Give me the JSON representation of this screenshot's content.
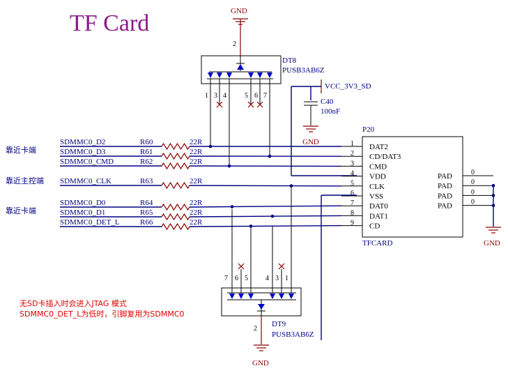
{
  "title": "TF Card",
  "gnd_label": "GND",
  "vcc_label": "VCC_3V3_SD",
  "dt8": {
    "ref": "DT8",
    "part": "PUSB3AB6Z",
    "top_pin": "2",
    "bottom_pins": [
      "1",
      "3",
      "4",
      "5",
      "6",
      "7"
    ]
  },
  "dt9": {
    "ref": "DT9",
    "part": "PUSB3AB6Z",
    "bottom_pin": "2",
    "top_pins": [
      "7",
      "6",
      "5",
      "4",
      "3",
      "1"
    ]
  },
  "cap": {
    "ref": "C40",
    "value": "100nF"
  },
  "connector": {
    "ref": "P20",
    "name": "TFCARD",
    "left_pins": [
      {
        "num": "1",
        "name": "DAT2"
      },
      {
        "num": "2",
        "name": "CD/DAT3"
      },
      {
        "num": "3",
        "name": "CMD"
      },
      {
        "num": "4",
        "name": "VDD"
      },
      {
        "num": "5",
        "name": "CLK"
      },
      {
        "num": "6",
        "name": "VSS"
      },
      {
        "num": "7",
        "name": "DAT0"
      },
      {
        "num": "8",
        "name": "DAT1"
      },
      {
        "num": "9",
        "name": "CD"
      }
    ],
    "right_pins": [
      {
        "num": "0",
        "name": "PAD"
      },
      {
        "num": "0",
        "name": "PAD"
      },
      {
        "num": "0",
        "name": "PAD"
      },
      {
        "num": "0",
        "name": "PAD"
      }
    ]
  },
  "group_labels": [
    "靠近卡端",
    "靠近主控端",
    "靠近卡端"
  ],
  "signals": [
    {
      "net": "SDMMC0_D2",
      "res": "R60",
      "value": "22R"
    },
    {
      "net": "SDMMC0_D3",
      "res": "R61",
      "value": "22R"
    },
    {
      "net": "SDMMC0_CMD",
      "res": "R62",
      "value": "22R"
    },
    {
      "net": "SDMMC0_CLK",
      "res": "R63",
      "value": "22R"
    },
    {
      "net": "SDMMC0_D0",
      "res": "R64",
      "value": "22R"
    },
    {
      "net": "SDMMC0_D1",
      "res": "R65",
      "value": "22R"
    },
    {
      "net": "SDMMC0_DET_L",
      "res": "R66",
      "value": "22R"
    }
  ],
  "note": [
    "无SD卡插入时会进入JTAG 模式",
    "SDMMC0_DET_L为低时，引脚复用为SDMMC0"
  ],
  "colors": {
    "wire": "#000080",
    "part": "#8b0000",
    "note": "#e00000",
    "title": "#8a1a8a"
  }
}
